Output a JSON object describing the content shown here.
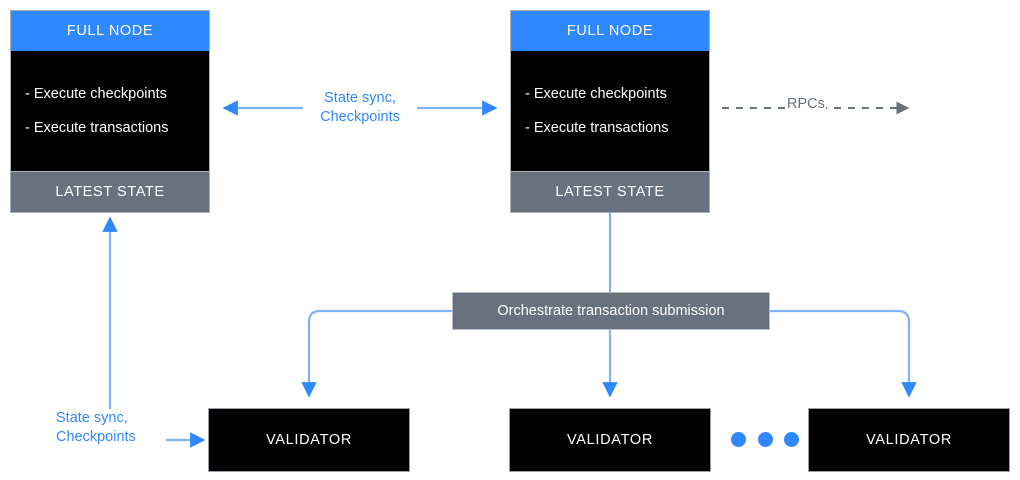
{
  "diagram": {
    "title": "Sui full node / validator network topology",
    "colors": {
      "accent_blue": "#2f88ff",
      "light_blue_line": "#7fb3f5",
      "gray": "#68727f",
      "black": "#000000",
      "white": "#ffffff",
      "border_gray": "#aab0b8"
    },
    "full_nodes": [
      {
        "header": "FULL NODE",
        "bullets": [
          "- Execute checkpoints",
          "- Execute transactions"
        ],
        "footer": "LATEST STATE"
      },
      {
        "header": "FULL NODE",
        "bullets": [
          "- Execute checkpoints",
          "- Execute transactions"
        ],
        "footer": "LATEST STATE"
      }
    ],
    "orchestrate": {
      "label": "Orchestrate transaction submission"
    },
    "validators": [
      {
        "label": "VALIDATOR"
      },
      {
        "label": "VALIDATOR"
      },
      {
        "label": "VALIDATOR"
      }
    ],
    "ellipsis": {
      "dots": [
        "dot",
        "dot",
        "dot"
      ]
    },
    "edges": {
      "state_sync_top": "State sync,\nCheckpoints",
      "state_sync_top_line1": "State sync,",
      "state_sync_top_line2": "Checkpoints",
      "state_sync_bottom_line1": "State sync,",
      "state_sync_bottom_line2": "Checkpoints",
      "rpcs": "RPCs"
    }
  }
}
